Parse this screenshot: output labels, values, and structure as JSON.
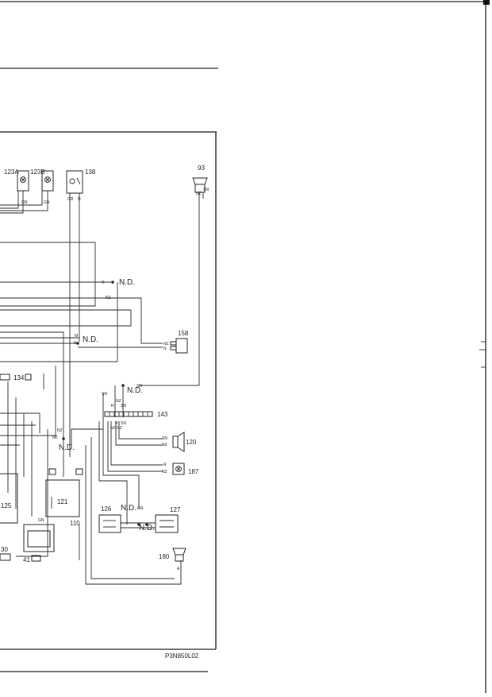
{
  "drawing_code": "P3N850L02",
  "labels": {
    "c123a": "123A",
    "c123b": "123B",
    "c138": "138",
    "c93": "93",
    "c158": "158",
    "c134": "134",
    "c143": "143",
    "c120": "120",
    "c187": "187",
    "c121": "121",
    "c125": "125",
    "c126": "126",
    "c127": "127",
    "c110": "110",
    "c41": "41",
    "c30": "30",
    "c180": "180"
  },
  "nd": {
    "a": "N.D.",
    "b": "N.D.",
    "c": "N.D.",
    "d": "N.D.",
    "e": "N.D.",
    "f": "N.D."
  },
  "wires": {
    "r1": "R",
    "nz1": "NZ",
    "n1": "N",
    "m1": "M",
    "nz2": "NZ",
    "n2": "N",
    "sn1": "SN",
    "sn2": "SN",
    "nz3": "NZ",
    "r2": "R",
    "sn3": "SN",
    "r3": "R",
    "sn4": "SN",
    "nz4": "NZ",
    "nz5": "NZ",
    "nz6": "NZ",
    "nz7": "NZ",
    "sn5": "SN",
    "nz8": "NZ",
    "r4": "R",
    "nz9": "NZ",
    "gn1": "GN",
    "gn2": "GN",
    "gr1": "GR",
    "n3": "N",
    "nz10": "NZ",
    "sn6": "SN",
    "gn3": "GN",
    "gn4": "GN",
    "a1": "A"
  }
}
